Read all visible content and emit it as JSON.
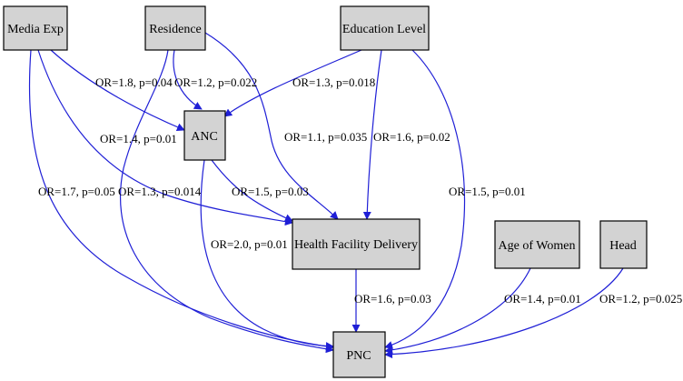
{
  "nodes": {
    "media": "Media Exp",
    "residence": "Residence",
    "education": "Education Level",
    "anc": "ANC",
    "hfd": "Health Facility Delivery",
    "age": "Age of Women",
    "head": "Head",
    "pnc": "PNC"
  },
  "edges": {
    "media_anc": "OR=1.8, p=0.04",
    "residence_anc": "OR=1.2, p=0.022",
    "education_anc": "OR=1.3, p=0.018",
    "media_hfd": "OR=1.4, p=0.01",
    "residence_hfd": "OR=1.1, p=0.035",
    "education_hfd": "OR=1.6, p=0.02",
    "media_pnc": "OR=1.7, p=0.05",
    "residence_pnc": "OR=1.3, p=0.014",
    "anc_hfd": "OR=1.5, p=0.03",
    "education_pnc": "OR=1.5, p=0.01",
    "anc_pnc": "OR=2.0, p=0.01",
    "hfd_pnc": "OR=1.6, p=0.03",
    "age_pnc": "OR=1.4, p=0.01",
    "head_pnc": "OR=1.2, p=0.025"
  },
  "colors": {
    "edge": "#1f1fd6",
    "node_fill": "#d3d3d3",
    "node_border": "#000000"
  }
}
